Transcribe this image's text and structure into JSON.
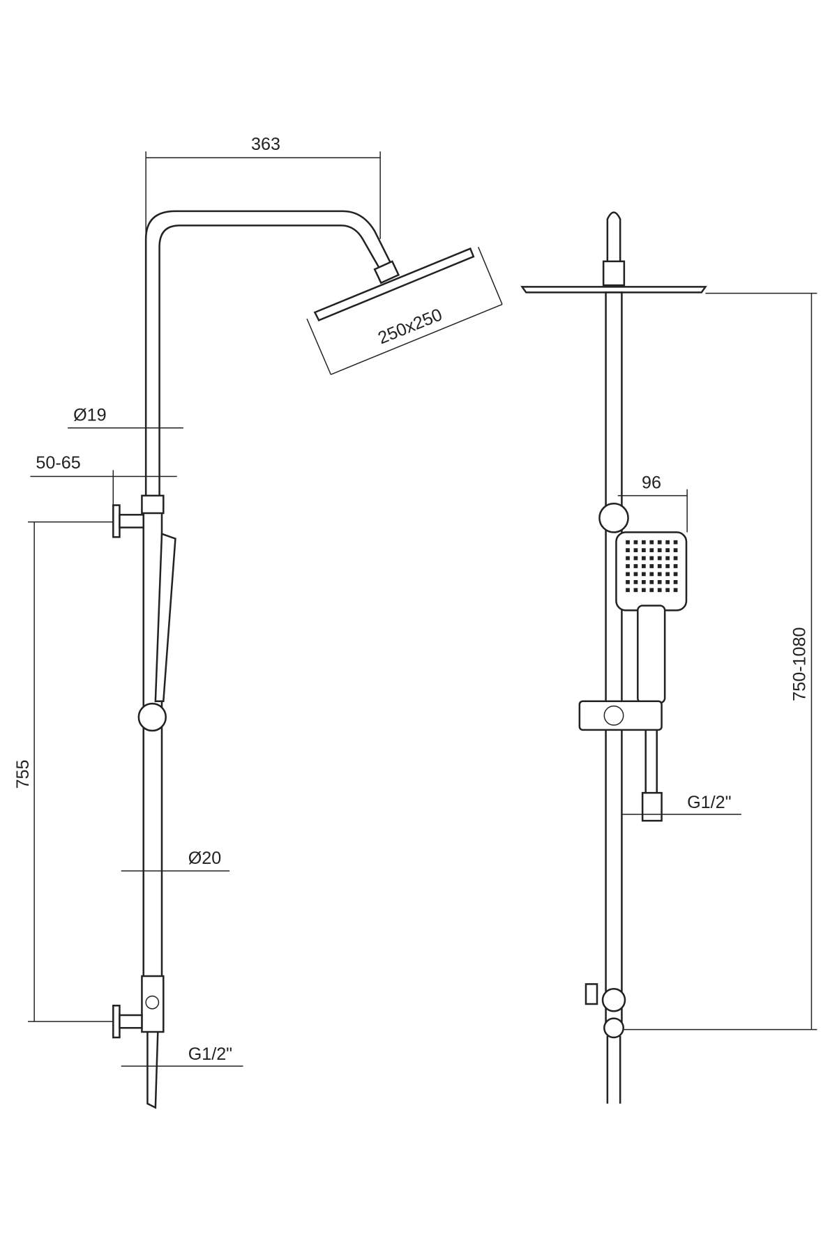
{
  "title": "Shower column technical drawing",
  "dimensions": {
    "arm_reach": "363",
    "head_size": "250x250",
    "upper_pipe_diameter": "Ø19",
    "wall_offset": "50-65",
    "bracket_spacing": "755",
    "lower_pipe_diameter": "Ø20",
    "inlet_thread_left": "G1/2\"",
    "hand_shower_width": "96",
    "height_range": "750-1080",
    "inlet_thread_right": "G1/2\""
  },
  "colors": {
    "line": "#222222",
    "background": "#ffffff"
  }
}
